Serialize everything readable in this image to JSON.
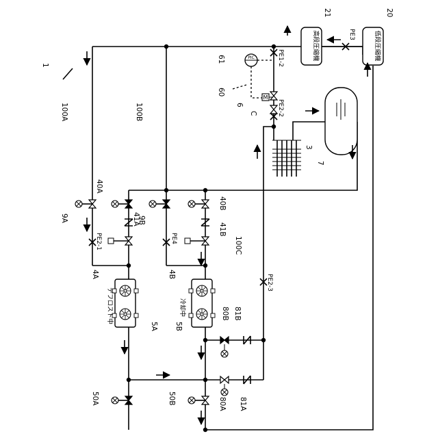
{
  "labels": {
    "system": "1",
    "line_100A": "100A",
    "line_100B": "100B",
    "line_100C": "100C",
    "pic": "61",
    "pic_text": "PIC",
    "group_60": "60",
    "valve_6": "6",
    "point_C": "C",
    "heat_exchanger": "3",
    "receiver": "7",
    "comp_high": "21",
    "comp_low": "20",
    "pe3": "PE3",
    "pe1_2": "PE1-2",
    "pe2_2": "PE2-2",
    "pe2_1": "PE2-1",
    "pe4": "PE4",
    "pe2_3": "PE2-3",
    "v9A": "9A",
    "v40A": "40A",
    "v41A": "41A",
    "v9B": "9B",
    "v40B": "40B",
    "v41B": "41B",
    "u4A": "4A",
    "u4B": "4B",
    "u5A": "5A",
    "u5B": "5B",
    "v80B": "80B",
    "v81B": "81B",
    "v80A": "80A",
    "v81A": "81A",
    "v50A": "50A",
    "v50B": "50B",
    "motor": "M",
    "status_defrost": "デフロスト中",
    "status_cooling": "冷却中",
    "comp_high_name": "高段圧縮機",
    "comp_low_name": "低段圧縮機"
  }
}
